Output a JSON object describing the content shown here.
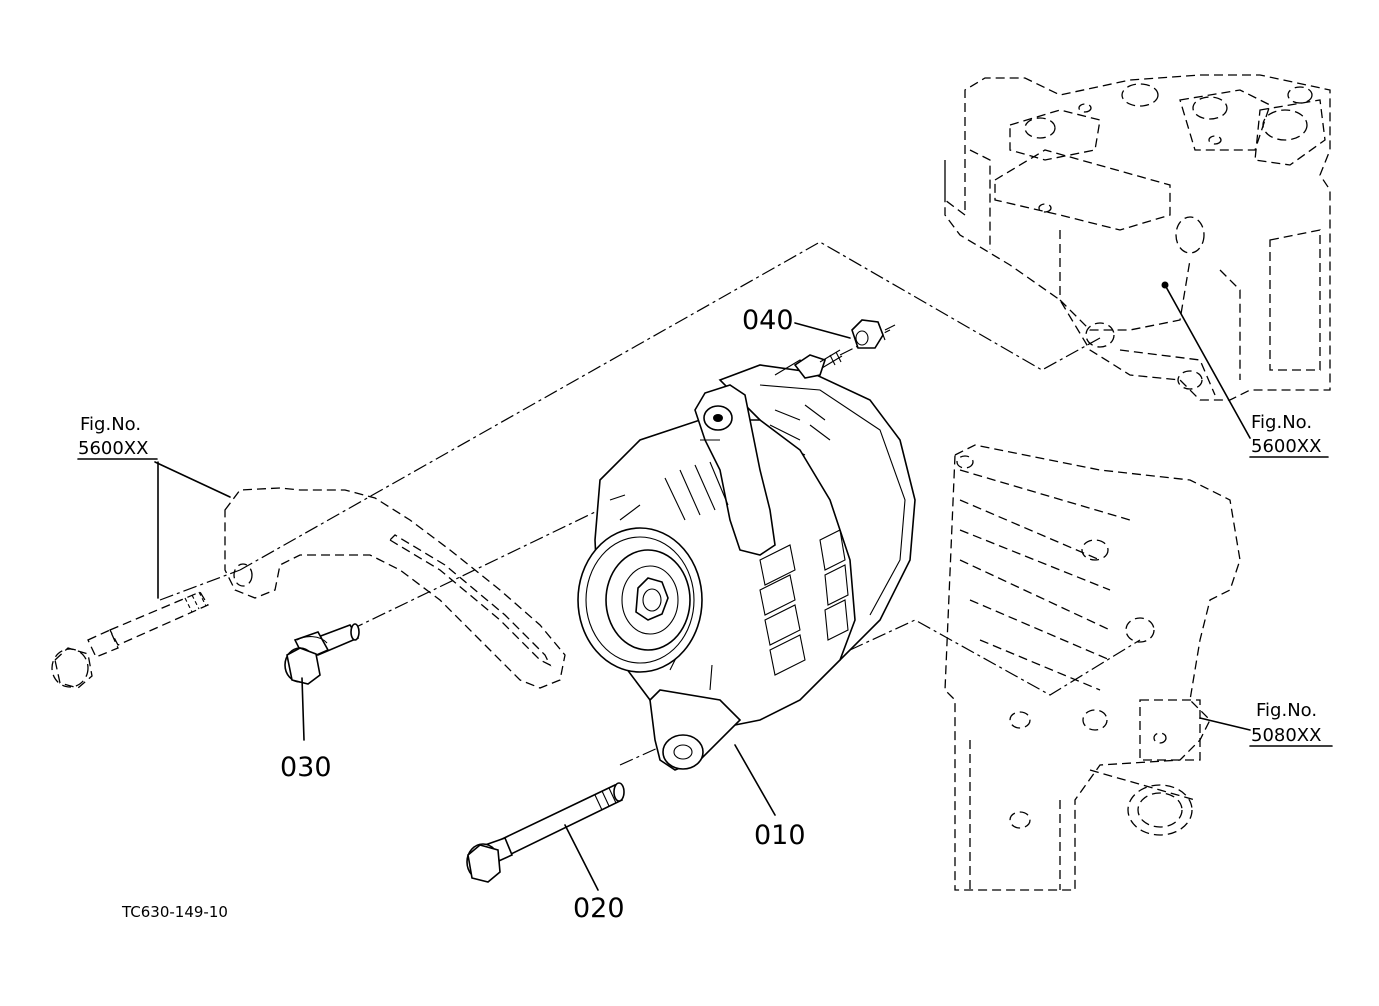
{
  "callouts": {
    "c010": "010",
    "c020": "020",
    "c030": "030",
    "c040": "040"
  },
  "figure_refs": {
    "left": {
      "line1": "Fig.No.",
      "line2": "5600XX"
    },
    "right_top": {
      "line1": "Fig.No.",
      "line2": "5600XX"
    },
    "right_bottom": {
      "line1": "Fig.No.",
      "line2": "5080XX"
    }
  },
  "drawing_code": "TC630-149-10"
}
